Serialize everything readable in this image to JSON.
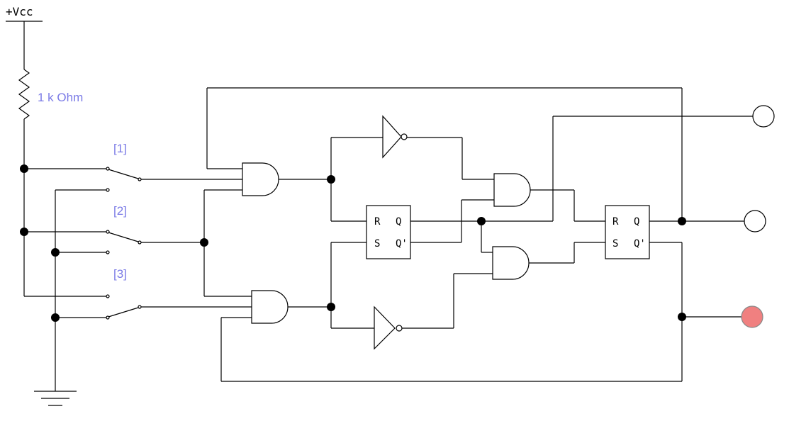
{
  "supply_label": "+Vcc",
  "resistor_label": "1 k Ohm",
  "switches": [
    {
      "label": "[1]"
    },
    {
      "label": "[2]"
    },
    {
      "label": "[3]"
    }
  ],
  "flipflops": [
    {
      "r": "R",
      "s": "S",
      "q": "Q",
      "qbar": "Q'"
    },
    {
      "r": "R",
      "s": "S",
      "q": "Q",
      "qbar": "Q'"
    }
  ],
  "outputs": [
    {
      "state": "off",
      "color": "#ffffff"
    },
    {
      "state": "off",
      "color": "#ffffff"
    },
    {
      "state": "on",
      "color": "#f08080"
    }
  ]
}
